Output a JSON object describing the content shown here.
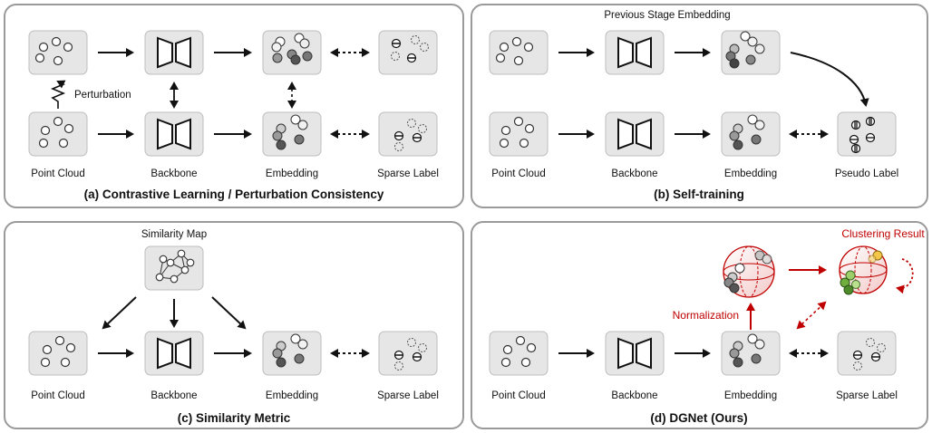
{
  "panels": {
    "a": {
      "caption": "(a) Contrastive Learning / Perturbation Consistency",
      "labels": {
        "point_cloud": "Point Cloud",
        "backbone": "Backbone",
        "embedding": "Embedding",
        "sparse_label": "Sparse Label",
        "perturbation": "Perturbation"
      }
    },
    "b": {
      "caption": "(b) Self-training",
      "labels": {
        "point_cloud": "Point Cloud",
        "backbone": "Backbone",
        "embedding": "Embedding",
        "pseudo_label": "Pseudo Label",
        "previous_stage": "Previous Stage Embedding"
      }
    },
    "c": {
      "caption": "(c) Similarity Metric",
      "labels": {
        "point_cloud": "Point Cloud",
        "backbone": "Backbone",
        "embedding": "Embedding",
        "sparse_label": "Sparse Label",
        "similarity_map": "Similarity Map"
      }
    },
    "d": {
      "caption": "(d) DGNet (Ours)",
      "labels": {
        "point_cloud": "Point Cloud",
        "backbone": "Backbone",
        "embedding": "Embedding",
        "sparse_label": "Sparse Label",
        "normalization": "Normalization",
        "clustering_result": "Clustering Result"
      }
    }
  },
  "colors": {
    "accent_red": "#c00000",
    "border": "#9a9a9a",
    "box": "#e6e6e6"
  }
}
